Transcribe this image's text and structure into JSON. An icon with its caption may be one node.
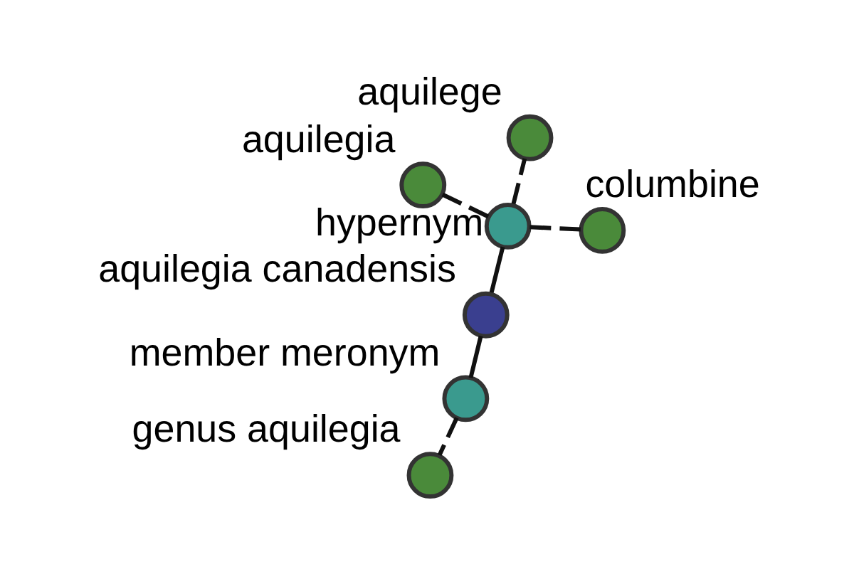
{
  "diagram": {
    "nodes": [
      {
        "text": [
          "aquilegia canadensis"
        ]
      },
      {
        "text": [
          "hypernym"
        ]
      },
      {
        "text": [
          "member meronym"
        ]
      },
      {
        "text": [
          "aquilege"
        ]
      },
      {
        "text": [
          "columbine"
        ]
      },
      {
        "text": [
          "aquilegia"
        ]
      },
      {
        "text": [
          "genus aquilegia"
        ]
      }
    ],
    "edges": [
      {
        "from": 0,
        "to": 1,
        "arrow": "none"
      },
      {
        "from": 0,
        "to": 2,
        "arrow": "none"
      },
      {
        "from": 1,
        "to": 3,
        "arrow": "none",
        "style": "dashed"
      },
      {
        "from": 1,
        "to": 4,
        "arrow": "none",
        "style": "dashed"
      },
      {
        "from": 1,
        "to": 5,
        "arrow": "none",
        "style": "dashed"
      },
      {
        "from": 2,
        "to": 6,
        "arrow": "none",
        "style": "dashed"
      }
    ]
  }
}
